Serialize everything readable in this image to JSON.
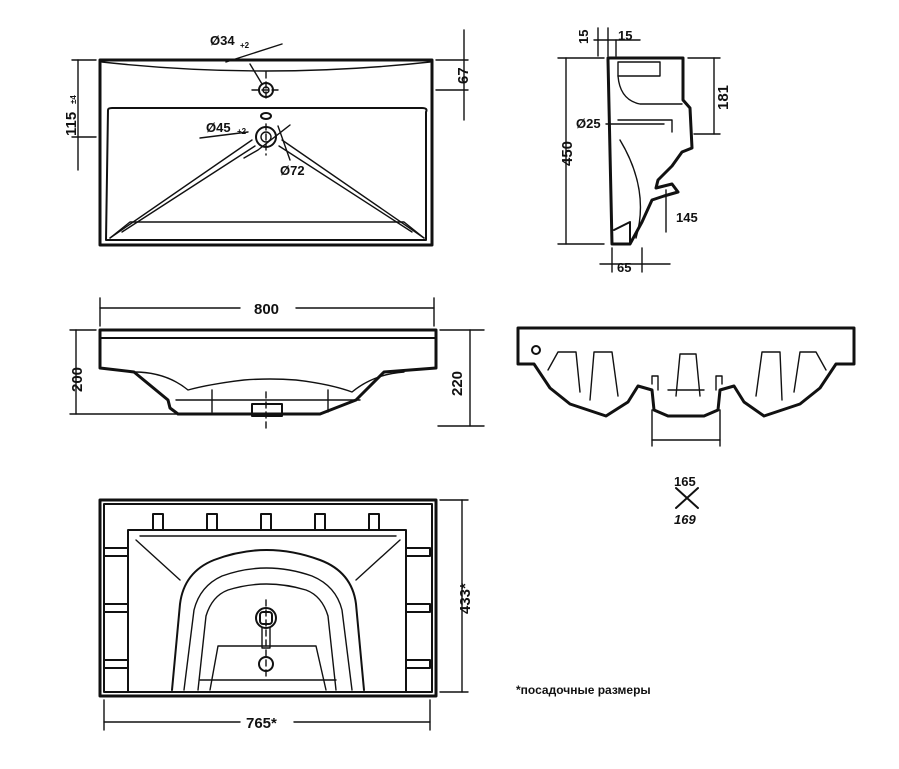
{
  "top_view": {
    "d_hole_1": "Ø34",
    "d_hole_1_tol": "+2",
    "d_hole_2": "Ø45",
    "d_hole_2_tol": "+2",
    "d_72": "Ø72",
    "dim_67": "67",
    "dim_115": "115",
    "dim_115_tol": "±4"
  },
  "side_view": {
    "dim_15_a": "15",
    "dim_15_b": "15",
    "dim_181": "181",
    "dim_450": "450",
    "d_25": "Ø25",
    "dim_145": "145",
    "dim_65": "65"
  },
  "front_view": {
    "dim_800": "800",
    "dim_200": "200",
    "dim_220": "220"
  },
  "back_view": {
    "dim_165": "165",
    "dim_169": "169"
  },
  "bottom_view": {
    "dim_433": "433*",
    "dim_765": "765*"
  },
  "footnote": "*посадочные размеры"
}
